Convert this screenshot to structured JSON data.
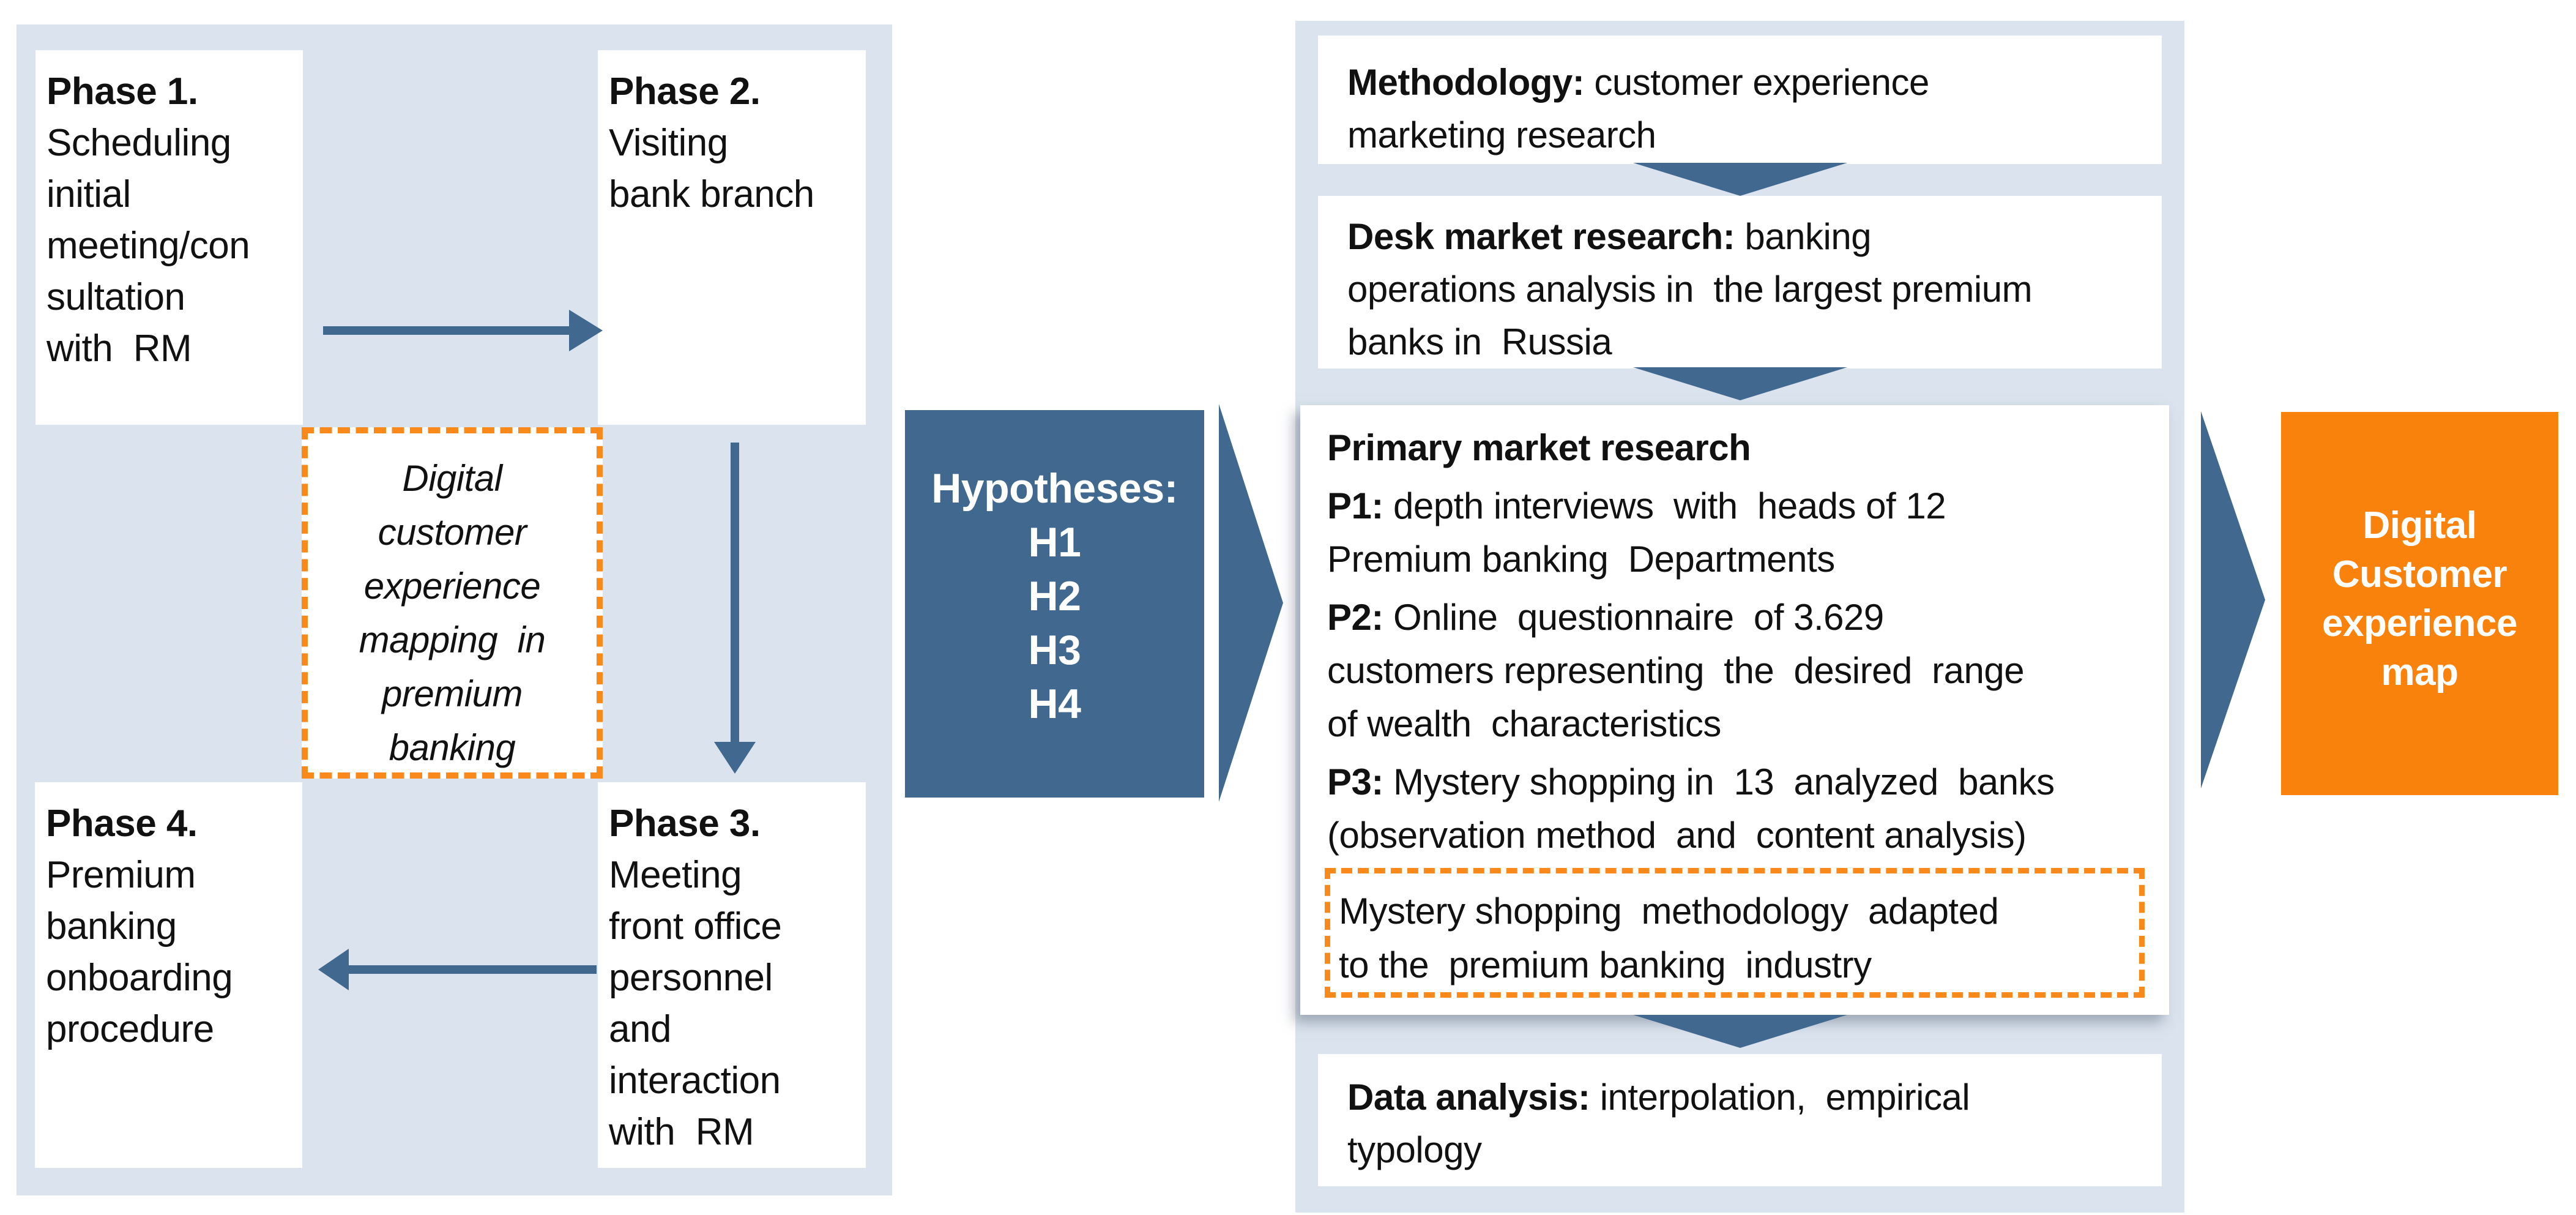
{
  "colors": {
    "panel_background": "#DAE3EE",
    "steel_blue": "#41688E",
    "orange_box": "#F8820C",
    "orange_dash": "#F8891A",
    "box_background": "#FFFFFF",
    "text": "#111111"
  },
  "left_panel": {
    "phase1": {
      "title": "Phase 1.",
      "lines": [
        "Scheduling",
        "initial",
        "meeting/con",
        "sultation",
        "with  RM"
      ]
    },
    "phase2": {
      "title": "Phase 2.",
      "lines": [
        "Visiting",
        "bank branch"
      ]
    },
    "phase3": {
      "title": "Phase 3.",
      "lines": [
        "Meeting",
        "front office",
        "personnel",
        "and",
        "interaction",
        "with  RM"
      ]
    },
    "phase4": {
      "title": "Phase 4.",
      "lines": [
        "Premium",
        "banking",
        "onboarding",
        "procedure"
      ]
    },
    "note": {
      "lines": [
        "Digital",
        "customer",
        "experience",
        "mapping  in",
        "premium",
        "banking"
      ]
    }
  },
  "hypotheses": {
    "title": "Hypotheses:",
    "items": [
      "H1",
      "H2",
      "H3",
      "H4"
    ]
  },
  "right_panel": {
    "methodology": {
      "lines": [
        [
          {
            "b": 1,
            "t": "Methodology:"
          },
          {
            "t": " customer experience"
          }
        ],
        "marketing research"
      ]
    },
    "desk": {
      "lines": [
        [
          {
            "b": 1,
            "t": "Desk market research:"
          },
          {
            "t": " banking"
          }
        ],
        "operations analysis in  the largest premium",
        "banks in  Russia"
      ]
    },
    "primary": {
      "title": "Primary market research",
      "p1": {
        "lines": [
          [
            {
              "b": 1,
              "t": "P1:"
            },
            {
              "t": " depth interviews  with  heads of 12"
            }
          ],
          "Premium banking  Departments"
        ]
      },
      "p2": {
        "lines": [
          [
            {
              "b": 1,
              "t": "P2:"
            },
            {
              "t": " Online  questionnaire  of 3.629"
            }
          ],
          "customers representing  the  desired  range",
          "of wealth  characteristics"
        ]
      },
      "p3": {
        "lines": [
          [
            {
              "b": 1,
              "t": "P3:"
            },
            {
              "t": " Mystery shopping in  13  analyzed  banks"
            }
          ],
          "(observation method  and  content analysis)"
        ]
      },
      "note": {
        "lines": [
          "Mystery shopping  methodology  adapted",
          "to the  premium banking  industry"
        ]
      }
    },
    "data_analysis": {
      "lines": [
        [
          {
            "b": 1,
            "t": "Data analysis:"
          },
          {
            "t": " interpolation,  empirical"
          }
        ],
        "typology"
      ]
    }
  },
  "result_box": {
    "lines": [
      "Digital",
      "Customer",
      "experience",
      "map"
    ]
  }
}
